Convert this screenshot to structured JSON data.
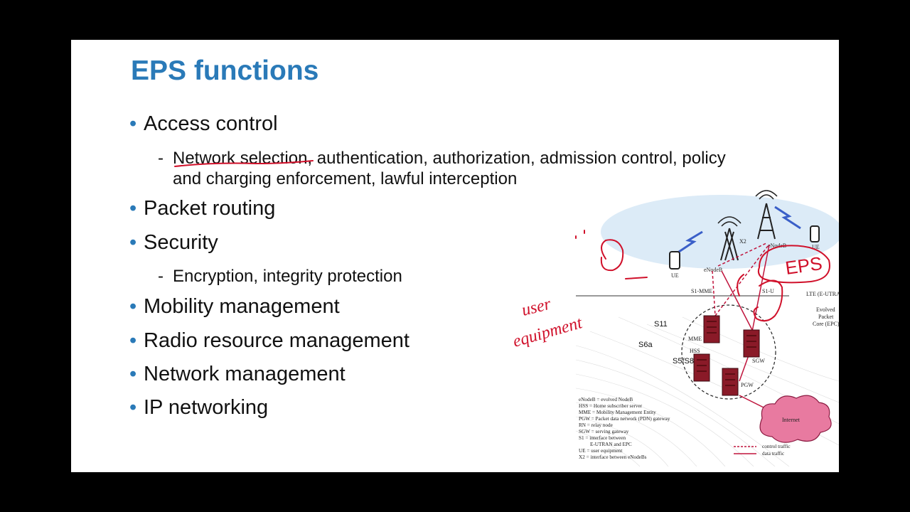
{
  "slide": {
    "title": "EPS functions",
    "bullets": [
      {
        "text": "Access control",
        "sub": "Network selection, authentication, authorization, admission control, policy and charging enforcement, lawful interception"
      },
      {
        "text": "Packet routing"
      },
      {
        "text": "Security",
        "sub": "Encryption, integrity protection"
      },
      {
        "text": "Mobility management"
      },
      {
        "text": "Radio resource management"
      },
      {
        "text": "Network management"
      },
      {
        "text": "IP networking"
      }
    ],
    "bullet_symbol": "•",
    "sub_symbol": "-"
  },
  "diagram": {
    "labels": {
      "ue_left": "UE",
      "ue_right": "UE",
      "enodeb_left": "eNodeB",
      "enodeb_right": "eNodeB",
      "x2": "X2",
      "s1_mme": "S1-MME",
      "s1_u": "S1-U",
      "lte": "LTE (E-UTRAN)",
      "epc": [
        "Evolved",
        "Packet",
        "Core (EPC)"
      ],
      "mme": "MME",
      "hss": "HSS",
      "sgw": "SGW",
      "pgw": "PGW",
      "internet": "Internet"
    },
    "legend": [
      "eNodeB = evolved NodeB",
      "HSS = Home subscriber server",
      "MME = Mobility Management Entity",
      "PGW = Packet data network (PDN) gateway",
      "RN = relay node",
      "SGW = serving gateway",
      "S1 = interface between",
      "       E-UTRAN and EPC",
      "UE = user equipment",
      "X2 = interface between eNodeBs"
    ],
    "traffic_legend": {
      "control": "control traffic",
      "data": "data traffic"
    }
  },
  "annotations": {
    "s11": "S11",
    "s6a": "S6a",
    "s5s8": "S5/S8",
    "eps": "EPS",
    "user": "user",
    "equipment": "equipment",
    "ink_color": "#d0102a"
  }
}
